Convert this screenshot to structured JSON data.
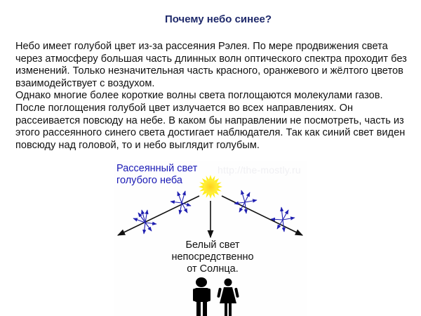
{
  "title": "Почему небо синее?",
  "paragraphs": [
    "Небо имеет голубой цвет из-за рассеяния Рэлея. По мере продвижения света через атмосферу большая часть длинных волн оптического спектра проходит без изменений. Только незначительная часть красного, оранжевого и жёлтого цветов взаимодействует с воздухом.",
    "Однако многие более короткие волны света поглощаются молекулами газов. После поглощения голубой цвет излучается во всех направлениях. Он рассеивается повсюду на небе. В каком бы направлении не посмотреть, часть из этого рассеянного синего света достигает наблюдателя. Так как синий свет виден повсюду над головой, то и небо выглядит голубым."
  ],
  "diagram": {
    "scattered_label_line1": "Рассеянный свет",
    "scattered_label_line2": "голубого неба",
    "direct_label_line1": "Белый свет",
    "direct_label_line2": "непосредственно",
    "direct_label_line3": "от Солнца.",
    "watermark": "http://the-mostly.ru",
    "icons": [
      "sun-icon",
      "man-icon",
      "woman-icon",
      "scatter-arrows-icon"
    ],
    "colors": {
      "title": "#1f2a6b",
      "scatter_label": "#1a1ab5",
      "scatter_arrows": "#1f1fb0",
      "sun": "#ffe21a",
      "rays": "#111111"
    }
  }
}
